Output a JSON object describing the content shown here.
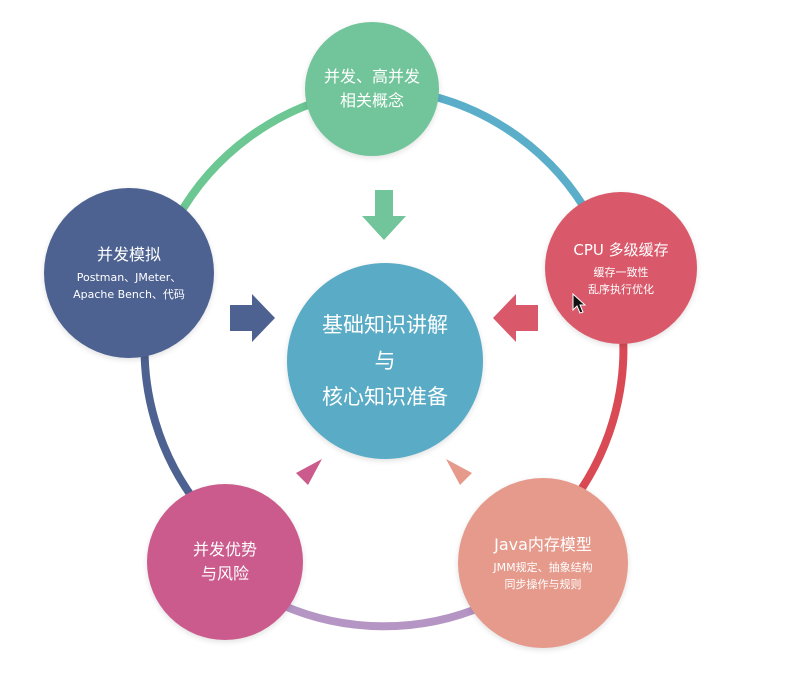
{
  "center": {
    "line1": "基础知识讲解",
    "line2": "与",
    "line3": "核心知识准备",
    "color": "#5aabc6"
  },
  "nodes": {
    "top": {
      "title_line1": "并发、高并发",
      "title_line2": "相关概念",
      "color": "#72c59a"
    },
    "right": {
      "title": "CPU 多级缓存",
      "sub_line1": "缓存一致性",
      "sub_line2": "乱序执行优化",
      "color": "#d9596b"
    },
    "left": {
      "title": "并发模拟",
      "sub_line1": "Postman、JMeter、",
      "sub_line2": "Apache Bench、代码",
      "color": "#4d6291"
    },
    "bottom_left": {
      "title_line1": "并发优势",
      "title_line2": "与风险",
      "color": "#cb5b8d"
    },
    "bottom_right": {
      "title": "Java内存模型",
      "sub_line1": "JMM规定、抽象结构",
      "sub_line2": "同步操作与规则",
      "color": "#e59a8b"
    }
  },
  "ring_colors": {
    "top_to_right": "#5aaec9",
    "right_to_bottom_right": "#d94a55",
    "bottom_right_to_bottom_left": "#b595c4",
    "bottom_left_to_left": "#4d6291",
    "left_to_top": "#6cc792"
  }
}
